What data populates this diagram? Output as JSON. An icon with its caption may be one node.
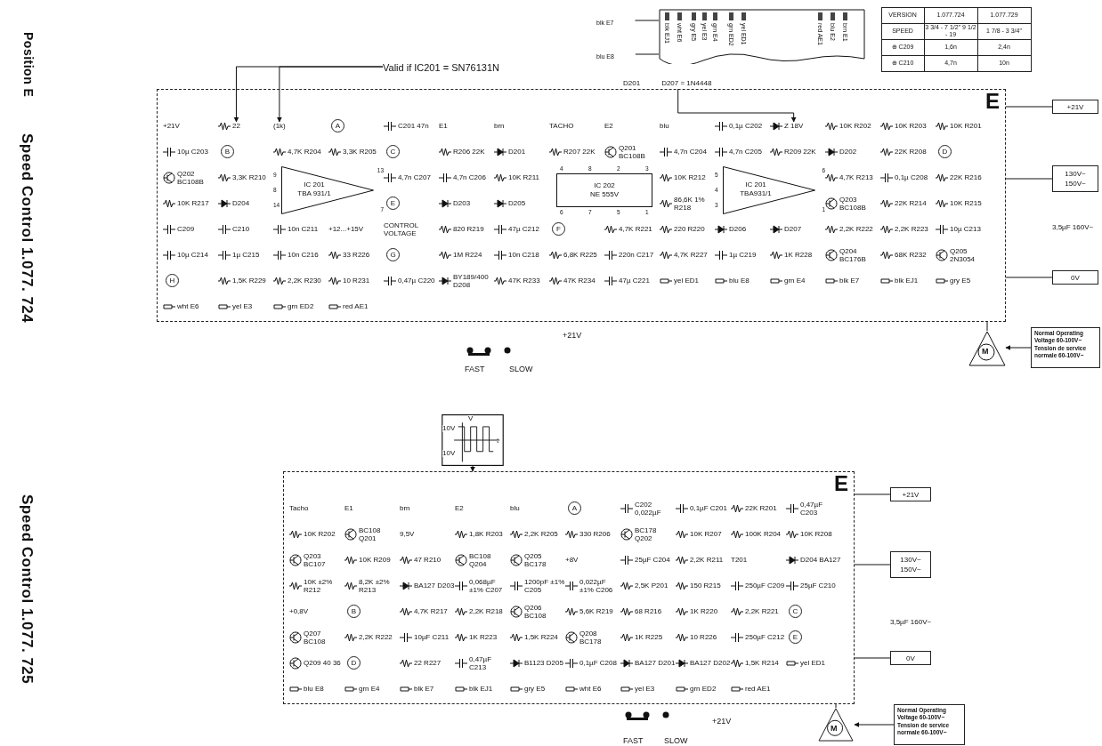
{
  "diagram": {
    "nodes": [
      {
        "text": [
          "blk EJ1",
          "wht E6",
          "gry E5",
          "yel E3",
          "grn E4",
          "grn ED2",
          "yel ED1",
          "red AE1",
          "blu E2",
          "brn E1"
        ]
      },
      {
        "text": [
          "blk E7"
        ]
      },
      {
        "text": [
          "blu E8"
        ]
      },
      {
        "text": [
          "Valid if IC201 = SN76131N"
        ]
      },
      {
        "text": [
          "D201",
          "D207 = 1N4448"
        ]
      },
      {
        "text": [
          "E"
        ]
      },
      {
        "text": [
          "IC 201",
          "TBA 931/1"
        ],
        "in": 5,
        "beside": [
          "9",
          "8",
          "14",
          "13",
          "7"
        ]
      },
      {
        "text": [
          "IC 202",
          "NE 555V"
        ],
        "in": 5,
        "beside": [
          "4",
          "8",
          "2",
          "3",
          "6",
          "7",
          "5",
          "1"
        ]
      },
      {
        "text": [
          "IC 201",
          "TBA931/1"
        ],
        "in": 5,
        "beside": [
          "5",
          "4",
          "3",
          "6",
          "1"
        ]
      },
      {
        "text": [
          "+21V"
        ]
      },
      {
        "text": [
          "130V~",
          "150V~"
        ]
      },
      {
        "text": [
          "0V"
        ]
      },
      {
        "text": [
          "Normal Operating Voltage 60-100V~",
          "Tension de service normale 60-100V~"
        ]
      },
      {
        "text": [
          "M"
        ]
      },
      {
        "text": [
          "V",
          "10V",
          "10V",
          "t"
        ]
      },
      {
        "text": [
          "E"
        ]
      },
      {
        "text": [
          "+21V"
        ]
      },
      {
        "text": [
          "130V~",
          "150V~"
        ]
      },
      {
        "text": [
          "0V"
        ]
      },
      {
        "text": [
          "Normal Operating Voltage 60-100V~",
          "Tension de service normale 60-100V~"
        ]
      },
      {
        "text": [
          "M"
        ]
      },
      {
        "text": [
          "22"
        ],
        "in": 5
      },
      {
        "text": [
          "(1k)"
        ],
        "in": 5
      },
      {
        "text": [
          "Z 18V"
        ],
        "in": 5
      }
    ],
    "edges": [
      {
        "from": 1,
        "to": 0,
        "arrow": "none"
      },
      {
        "from": 2,
        "to": 0,
        "arrow": "none"
      },
      {
        "from": 3,
        "to": 21,
        "arrow": "to"
      },
      {
        "from": 3,
        "to": 22,
        "arrow": "to"
      },
      {
        "from": 4,
        "to": 23,
        "arrow": "to"
      },
      {
        "from": 5,
        "to": 9,
        "arrow": "none"
      },
      {
        "from": 5,
        "to": 10,
        "arrow": "none"
      },
      {
        "from": 5,
        "to": 11,
        "arrow": "none"
      },
      {
        "from": 12,
        "to": 13,
        "arrow": "to"
      },
      {
        "from": 5,
        "to": 13,
        "arrow": "none"
      },
      {
        "from": 14,
        "to": 15,
        "arrow": "to"
      },
      {
        "from": 15,
        "to": 16,
        "arrow": "none"
      },
      {
        "from": 15,
        "to": 17,
        "arrow": "none"
      },
      {
        "from": 15,
        "to": 18,
        "arrow": "none"
      },
      {
        "from": 19,
        "to": 20,
        "arrow": "to"
      },
      {
        "from": 15,
        "to": 20,
        "arrow": "none"
      }
    ],
    "labels": [
      "Position E",
      "Speed Control 1.077. 724",
      "Speed Control 1.077. 725",
      "VERSION",
      "1.077.724",
      "1.077.729",
      "SPEED",
      "3 3/4 - 7 1/2\" 9 1/2 - 19",
      "1 7/8 - 3 3/4\"",
      "⊕ C209",
      "1,6n",
      "2,4n",
      "⊕ C210",
      "4,7n",
      "10n",
      "+21V",
      "A",
      "C201 47n",
      "E1",
      "brn",
      "TACHO",
      "E2",
      "blu",
      "0,1µ C202",
      "10K R202",
      "10K R203",
      "10K R201",
      "10µ C203",
      "B",
      "4,7K R204",
      "3,3K R205",
      "C",
      "R206 22K",
      "D201",
      "R207 22K",
      "Q201 BC108B",
      "4,7n C204",
      "4,7n C205",
      "R209 22K",
      "D202",
      "22K R208",
      "D",
      "Q202 BC108B",
      "3,3K R210",
      "4,7n C207",
      "4,7n C206",
      "10K R211",
      "10K R212",
      "4,7K R213",
      "0,1µ C208",
      "22K R216",
      "10K R217",
      "D204",
      "E",
      "D203",
      "D205",
      "86,6K 1% R218",
      "Q203 BC108B",
      "22K R214",
      "10K R215",
      "C209",
      "C210",
      "10n C211",
      "+12...+15V",
      "CONTROL VOLTAGE",
      "820 R219",
      "47µ C212",
      "F",
      "4,7K R221",
      "220 R220",
      "D206",
      "D207",
      "2,2K R222",
      "2,2K R223",
      "10µ C213",
      "10µ C214",
      "1µ C215",
      "10n C216",
      "33 R226",
      "G",
      "1M R224",
      "10n C218",
      "6,8K R225",
      "220n C217",
      "4,7K R227",
      "1µ C219",
      "1K R228",
      "Q204 BC176B",
      "68K R232",
      "Q205 2N3054",
      "H",
      "1,5K R229",
      "2,2K R230",
      "10 R231",
      "0,47µ C220",
      "BY189/400 D208",
      "47K R233",
      "47K R234",
      "47µ C221",
      "yel ED1",
      "blu E8",
      "grn E4",
      "blk E7",
      "blk EJ1",
      "gry E5",
      "wht E6",
      "yel E3",
      "grn ED2",
      "red AE1",
      "FAST",
      "SLOW",
      "+21V",
      "3,5µF 160V~",
      "Tacho",
      "E1",
      "brn",
      "E2",
      "blu",
      "A",
      "C202 0,022µF",
      "0,1µF C201",
      "22K R201",
      "0,47µF C203",
      "10K R202",
      "BC108 Q201",
      "9,5V",
      "1,8K R203",
      "2,2K R205",
      "330 R206",
      "BC178 Q202",
      "10K R207",
      "100K R204",
      "10K R208",
      "Q203 BC107",
      "10K R209",
      "47 R210",
      "BC108 Q204",
      "Q205 BC178",
      "+8V",
      "25µF C204",
      "2,2K R211",
      "T201",
      "D204 BA127",
      "10K ±2% R212",
      "8,2K ±2% R213",
      "BA127 D203",
      "0,068µF ±1% C207",
      "1200pF ±1% C205",
      "0,022µF ±1% C206",
      "2,5K P201",
      "150 R215",
      "250µF C209",
      "25µF C210",
      "+0,8V",
      "B",
      "4,7K R217",
      "2,2K R218",
      "Q206 BC108",
      "5,6K R219",
      "68 R216",
      "1K R220",
      "2,2K R221",
      "C",
      "Q207 BC108",
      "2,2K R222",
      "10µF C211",
      "1K R223",
      "1,5K R224",
      "Q208 BC178",
      "1K R225",
      "10 R226",
      "250µF C212",
      "E",
      "Q209 40 36",
      "D",
      "22 R227",
      "0,47µF C213",
      "B1123 D205",
      "0,1µF C208",
      "BA127 D201",
      "BA127 D202",
      "1,5K R214",
      "yel ED1",
      "blu E8",
      "grn E4",
      "blk E7",
      "blk EJ1",
      "gry E5",
      "wht E6",
      "yel E3",
      "grn ED2",
      "red AE1",
      "FAST",
      "SLOW",
      "+21V",
      "3,5µF 160V~"
    ]
  }
}
